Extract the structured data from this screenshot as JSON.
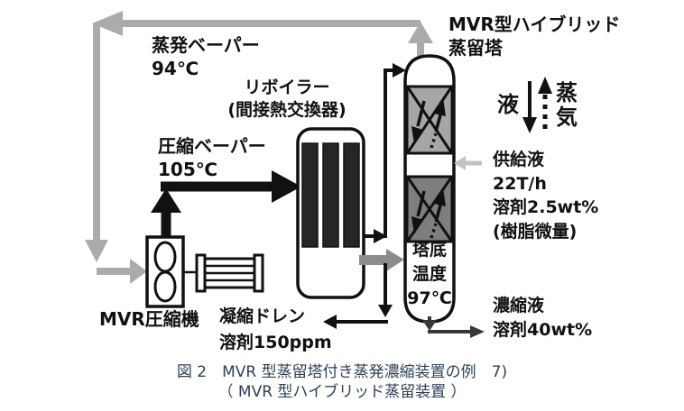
{
  "figure": {
    "labels": {
      "evaporated_vapor": "蒸発ベーパー\n94℃",
      "reboiler": "リボイラー\n(間接熱交換器)",
      "compressed_vapor": "圧縮ベーパー\n105℃",
      "column_title": "MVR型ハイブリッド\n蒸留塔",
      "legend_liquid": "液",
      "legend_vapor": "蒸気",
      "feed": "供給液\n22T/h\n溶剤2.5wt%\n(樹脂微量)",
      "bottom_temp": "塔底\n温度\n97℃",
      "concentrate": "濃縮液\n溶剤40wt%",
      "condensate_drain": "凝縮ドレン\n溶剤150ppm",
      "compressor": "MVR圧縮機"
    },
    "caption": "図 2　MVR 型蒸留塔付き蒸発濃縮装置の例　7)\n（ MVR 型ハイブリッド蒸留装置 ）",
    "colors": {
      "line_black": "#111111",
      "recycle_gray": "#ababab",
      "transfer_gray": "#8c8c8c",
      "feed_gray": "#c2c2c2",
      "packing_top_gray": "#a6a6a6",
      "packing_bottom_gray": "#7e7e7e",
      "caption_blue": "#2e4156"
    }
  }
}
